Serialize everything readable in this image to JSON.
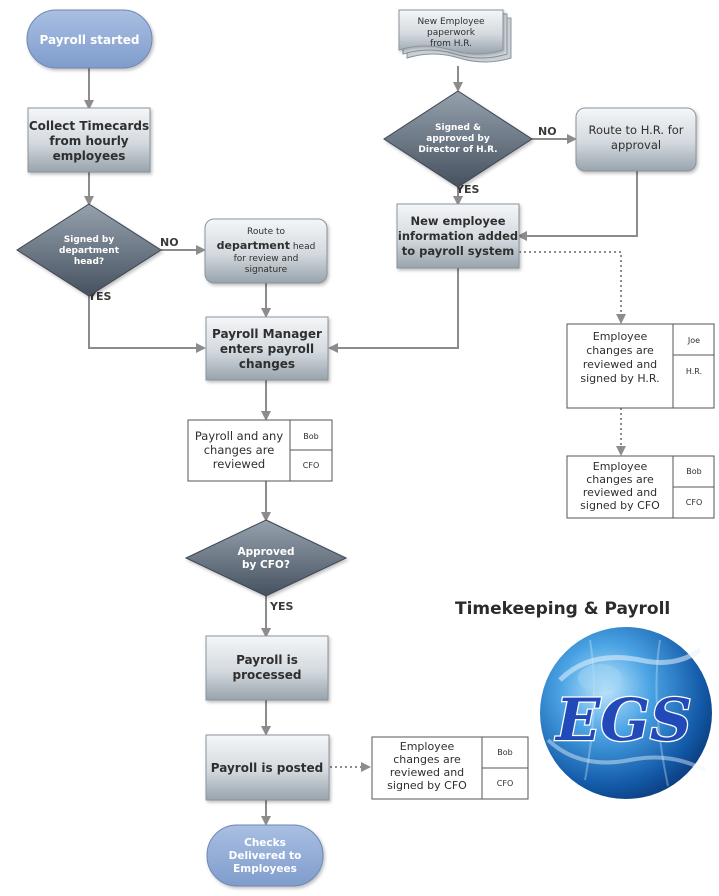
{
  "nodes": {
    "payroll_started": "Payroll started",
    "collect_timecards": [
      "Collect Timecards",
      "from hourly",
      "employees"
    ],
    "signed_by_dept_head": [
      "Signed by",
      "department",
      "head?"
    ],
    "route_to_dept_head": {
      "line1": "Route to",
      "line2_bold": "department",
      "line2_rest": " head",
      "line3": "for review and",
      "line4": "signature"
    },
    "payroll_manager": [
      "Payroll Manager",
      "enters payroll",
      "changes"
    ],
    "payroll_reviewed": {
      "text": [
        "Payroll and any",
        "changes are",
        "reviewed"
      ],
      "name": "Bob",
      "role": "CFO"
    },
    "approved_by_cfo": [
      "Approved",
      "by CFO?"
    ],
    "payroll_processed": [
      "Payroll is",
      "processed"
    ],
    "payroll_posted": "Payroll is posted",
    "posted_review": {
      "text": [
        "Employee",
        "changes are",
        "reviewed and",
        "signed by CFO"
      ],
      "name": "Bob",
      "role": "CFO"
    },
    "checks_delivered": [
      "Checks",
      "Delivered to",
      "Employees"
    ],
    "new_employee_paperwork": [
      "New Employee",
      "paperwork",
      "from H.R."
    ],
    "signed_by_director_hr": [
      "Signed &",
      "approved by",
      "Director of H.R."
    ],
    "route_to_hr": [
      "Route to H.R. for",
      "approval"
    ],
    "new_employee_info": [
      "New employee",
      "information added",
      "to payroll system"
    ],
    "hr_review": {
      "text": [
        "Employee",
        "changes are",
        "reviewed and",
        "signed by H.R."
      ],
      "name": "Joe",
      "role": "H.R."
    },
    "cfo_review": {
      "text": [
        "Employee",
        "changes are",
        "reviewed and",
        "signed by CFO"
      ],
      "name": "Bob",
      "role": "CFO"
    }
  },
  "edge_labels": {
    "dept_no": "NO",
    "dept_yes": "YES",
    "hr_no": "NO",
    "hr_yes": "YES",
    "cfo_yes": "YES"
  },
  "title": "Timekeeping & Payroll",
  "logo_text": "EGS",
  "colors": {
    "box_top": "#f2f4f6",
    "box_bottom": "#9aa5ae",
    "box_text": "#2f2f2f",
    "pill_fill": "#94aed6",
    "pill_text": "#ffffff",
    "diamond_top": "#8d98a6",
    "diamond_bottom": "#4a5564",
    "connector": "#8c8c8c",
    "globe_dark": "#0b3f86",
    "globe_light": "#5fb6ee",
    "logo_text": "#2149b8"
  }
}
